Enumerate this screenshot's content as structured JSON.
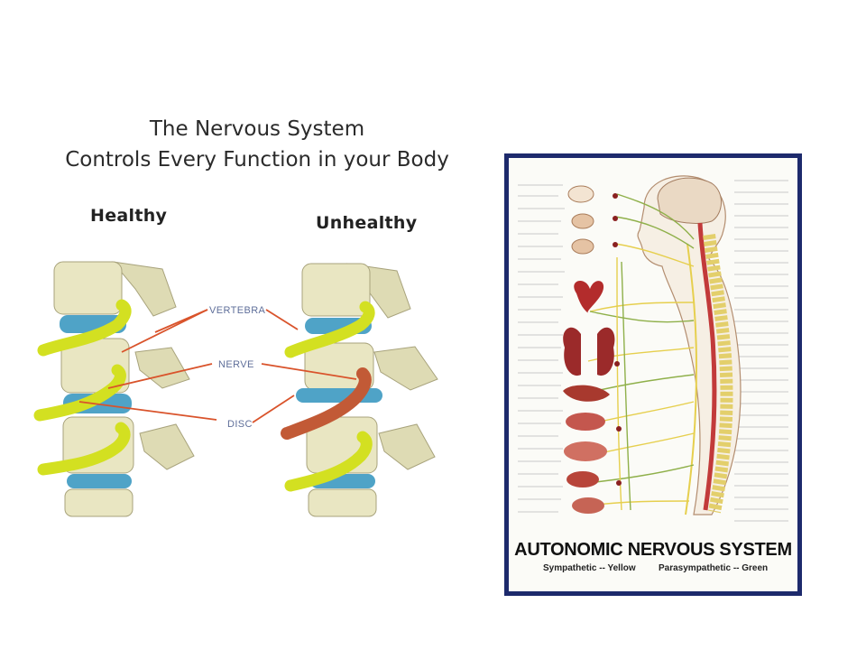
{
  "title": {
    "line1": "The Nervous System",
    "line2": "Controls Every Function in your Body"
  },
  "spine_comparison": {
    "healthy_label": "Healthy",
    "unhealthy_label": "Unhealthy",
    "callouts": {
      "vertebra": "VERTEBRA",
      "nerve": "NERVE",
      "disc": "DISC"
    },
    "colors": {
      "bone": "#e9e6c2",
      "disc": "#4fa3c7",
      "healthy_nerve": "#d3e021",
      "pinched_nerve": "#c25a36",
      "callout_line": "#d9532b"
    }
  },
  "poster": {
    "title": "AUTONOMIC NERVOUS SYSTEM",
    "sympathetic_label": "Sympathetic -- Yellow",
    "parasympathetic_label": "Parasympathetic -- Green",
    "colors": {
      "frame": "#1d2a6c",
      "sympathetic": "#e6cf4e",
      "parasympathetic": "#8fb04a",
      "organs": "#b32c2c",
      "spinal_cord": "#c23a3a"
    }
  }
}
